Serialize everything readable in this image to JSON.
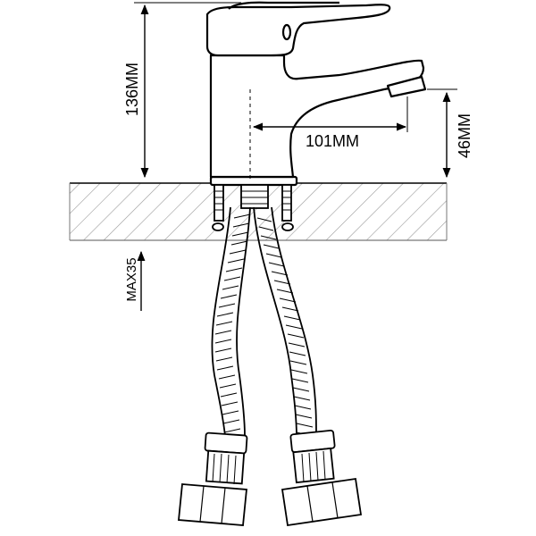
{
  "dimensions": {
    "height": "136MM",
    "reach": "101MM",
    "spout_height": "46MM",
    "max_counter_thickness": "MAX35"
  },
  "colors": {
    "line": "#000000",
    "hatch": "#9a9a9a",
    "background": "#ffffff"
  }
}
